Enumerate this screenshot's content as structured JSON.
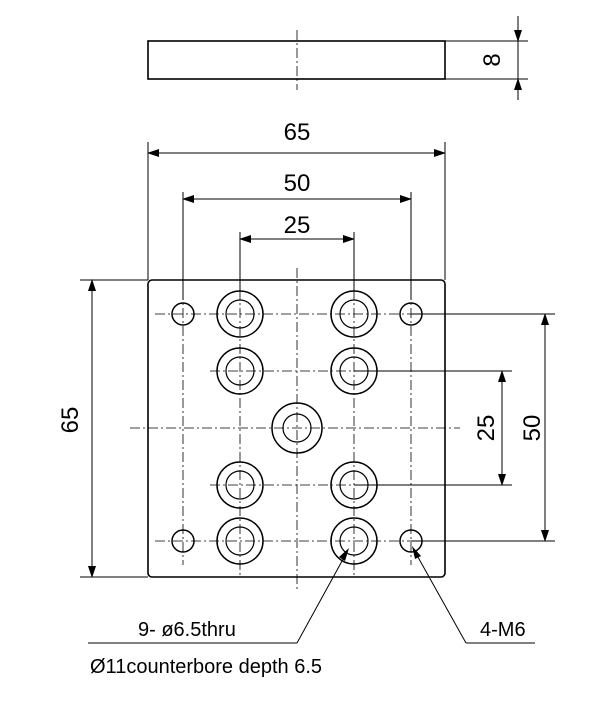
{
  "side_view": {
    "thickness": "8"
  },
  "top_view": {
    "width_overall": "65",
    "width_outer_holes": "50",
    "width_inner_holes": "25",
    "height_overall": "65",
    "height_inner_holes": "25",
    "height_outer_holes": "50"
  },
  "notes": {
    "thru_holes": "9- ø6.5thru",
    "counterbore": "Ø11counterbore depth 6.5",
    "tapped_holes": "4-M6"
  }
}
